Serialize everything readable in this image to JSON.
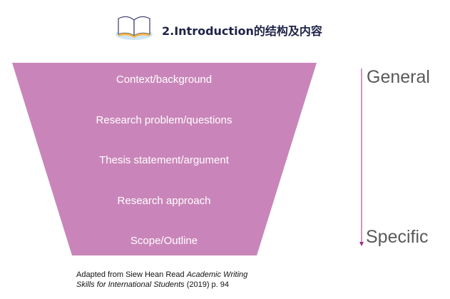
{
  "title": "2.Introduction的结构及内容",
  "funnel_layers": [
    "Context/background",
    "Research problem/questions",
    "Thesis statement/argument",
    "Research approach",
    "Scope/Outline"
  ],
  "scale": {
    "top_label": "General",
    "bottom_label": "Specific"
  },
  "citation": {
    "prefix": "Adapted from Siew Hean Read ",
    "book_title_1": "Academic Writing",
    "book_title_2": "Skills for International Students",
    "suffix": " (2019) p. 94"
  },
  "colors": {
    "funnel": "#c985b9",
    "arrow": "#9b2d86",
    "title": "#1e2347"
  }
}
